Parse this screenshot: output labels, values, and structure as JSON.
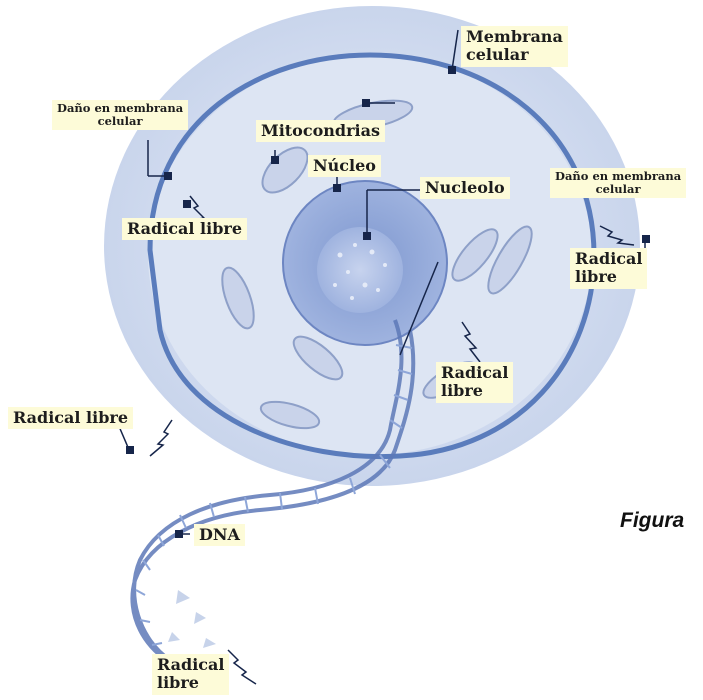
{
  "labels": {
    "membrane_line1": "Membrana",
    "membrane_line2": "celular",
    "damage_left_line1": "Daño en membrana",
    "damage_left_line2": "celular",
    "damage_right_line1": "Daño en membrana",
    "damage_right_line2": "celular",
    "mitochondria": "Mitocondrias",
    "nucleus": "Núcleo",
    "nucleolus": "Nucleolo",
    "radical_top_left": "Radical libre",
    "radical_right_line1": "Radical",
    "radical_right_line2": "libre",
    "radical_center_line1": "Radical",
    "radical_center_line2": "libre",
    "radical_left": "Radical libre",
    "dna": "DNA",
    "radical_bottom_line1": "Radical",
    "radical_bottom_line2": "libre"
  },
  "caption": "Figura",
  "colors": {
    "membrane": "#5a7cbc",
    "cytoplasm": "#dde5f3",
    "nucleus": "#8fa6d6",
    "nucleolus": "#aebfe5",
    "label_bg": "#fdfbd8",
    "marker": "#16254a"
  }
}
